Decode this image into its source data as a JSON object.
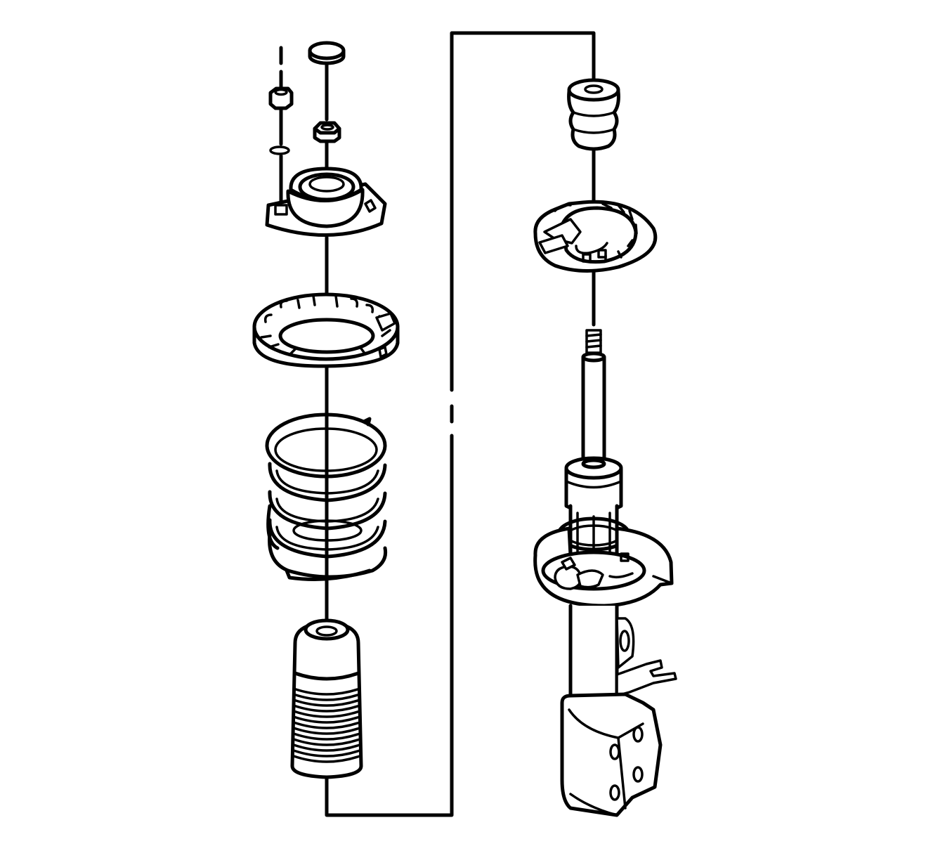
{
  "diagram": {
    "colors": {
      "line": "#000000",
      "background": "#ffffff"
    },
    "components": [
      "mount-bolt",
      "nut",
      "washer",
      "strut-cap",
      "upper-nut",
      "strut-mount",
      "upper-spring-seat",
      "coil-spring",
      "dust-boot",
      "jounce-bumper",
      "spring-insulator",
      "strut-assembly"
    ]
  }
}
